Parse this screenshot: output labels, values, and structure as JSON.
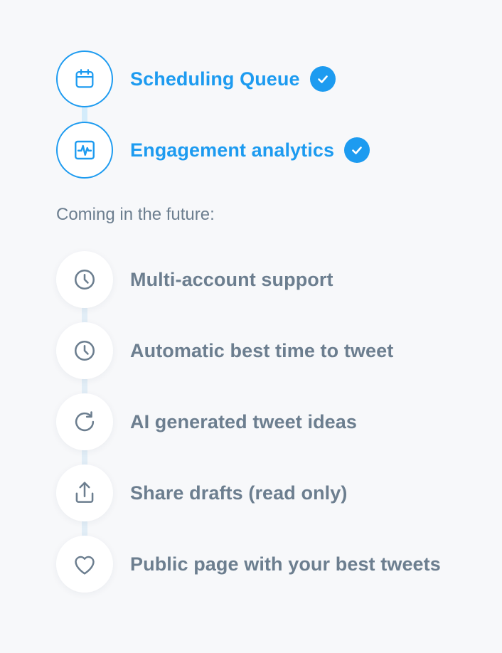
{
  "colors": {
    "background": "#f7f8fa",
    "accent": "#1d9bf0",
    "muted_text": "#6c7e8f"
  },
  "completed": [
    {
      "label": "Scheduling Queue",
      "icon": "calendar-icon",
      "status": "done"
    },
    {
      "label": "Engagement analytics",
      "icon": "analytics-icon",
      "status": "done"
    }
  ],
  "future_heading": "Coming in the future:",
  "future": [
    {
      "label": "Multi-account support",
      "icon": "clock-icon"
    },
    {
      "label": "Automatic best time to tweet",
      "icon": "clock-icon"
    },
    {
      "label": "AI generated tweet ideas",
      "icon": "refresh-icon"
    },
    {
      "label": "Share drafts (read only)",
      "icon": "share-icon"
    },
    {
      "label": "Public page with your best tweets",
      "icon": "heart-icon"
    }
  ]
}
